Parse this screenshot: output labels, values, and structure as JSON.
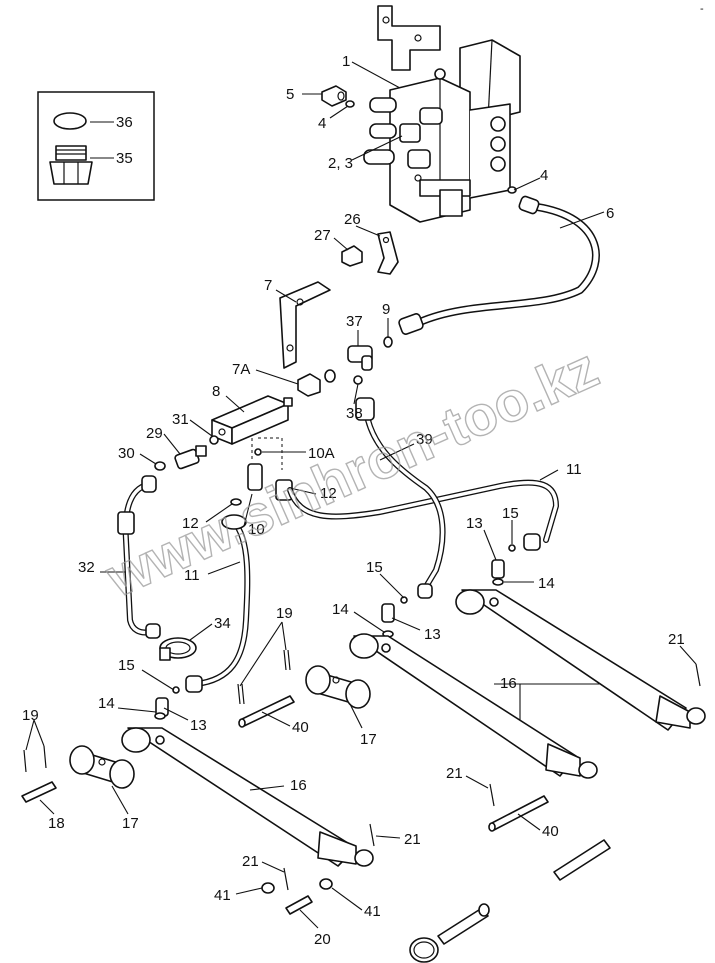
{
  "watermark": "www.sinhron-too.kz",
  "corner_mark": "-",
  "callouts": [
    {
      "id": "c1",
      "text": "1"
    },
    {
      "id": "c5",
      "text": "5"
    },
    {
      "id": "c4a",
      "text": "4"
    },
    {
      "id": "c23",
      "text": "2, 3"
    },
    {
      "id": "c4b",
      "text": "4"
    },
    {
      "id": "c6",
      "text": "6"
    },
    {
      "id": "c36",
      "text": "36"
    },
    {
      "id": "c35",
      "text": "35"
    },
    {
      "id": "c26",
      "text": "26"
    },
    {
      "id": "c27",
      "text": "27"
    },
    {
      "id": "c7",
      "text": "7"
    },
    {
      "id": "c9",
      "text": "9"
    },
    {
      "id": "c37",
      "text": "37"
    },
    {
      "id": "c7a",
      "text": "7A"
    },
    {
      "id": "c8",
      "text": "8"
    },
    {
      "id": "c38",
      "text": "38"
    },
    {
      "id": "c31",
      "text": "31"
    },
    {
      "id": "c29",
      "text": "29"
    },
    {
      "id": "c39",
      "text": "39"
    },
    {
      "id": "c30",
      "text": "30"
    },
    {
      "id": "c10a",
      "text": "10A"
    },
    {
      "id": "c11a",
      "text": "11"
    },
    {
      "id": "c12a",
      "text": "12"
    },
    {
      "id": "c12b",
      "text": "12"
    },
    {
      "id": "c10",
      "text": "10"
    },
    {
      "id": "c13a",
      "text": "13"
    },
    {
      "id": "c15a",
      "text": "15"
    },
    {
      "id": "c32",
      "text": "32"
    },
    {
      "id": "c11b",
      "text": "11"
    },
    {
      "id": "c14a",
      "text": "14"
    },
    {
      "id": "c15b",
      "text": "15"
    },
    {
      "id": "c14b",
      "text": "14"
    },
    {
      "id": "c13b",
      "text": "13"
    },
    {
      "id": "c34",
      "text": "34"
    },
    {
      "id": "c19a",
      "text": "19"
    },
    {
      "id": "c21a",
      "text": "21"
    },
    {
      "id": "c15c",
      "text": "15"
    },
    {
      "id": "c16a",
      "text": "16"
    },
    {
      "id": "c14c",
      "text": "14"
    },
    {
      "id": "c13c",
      "text": "13"
    },
    {
      "id": "c40a",
      "text": "40"
    },
    {
      "id": "c17a",
      "text": "17"
    },
    {
      "id": "c19b",
      "text": "19"
    },
    {
      "id": "c16b",
      "text": "16"
    },
    {
      "id": "c21b",
      "text": "21"
    },
    {
      "id": "c18",
      "text": "18"
    },
    {
      "id": "c17b",
      "text": "17"
    },
    {
      "id": "c40b",
      "text": "40"
    },
    {
      "id": "c21c",
      "text": "21"
    },
    {
      "id": "c21d",
      "text": "21"
    },
    {
      "id": "c41a",
      "text": "41"
    },
    {
      "id": "c41b",
      "text": "41"
    },
    {
      "id": "c20",
      "text": "20"
    }
  ]
}
